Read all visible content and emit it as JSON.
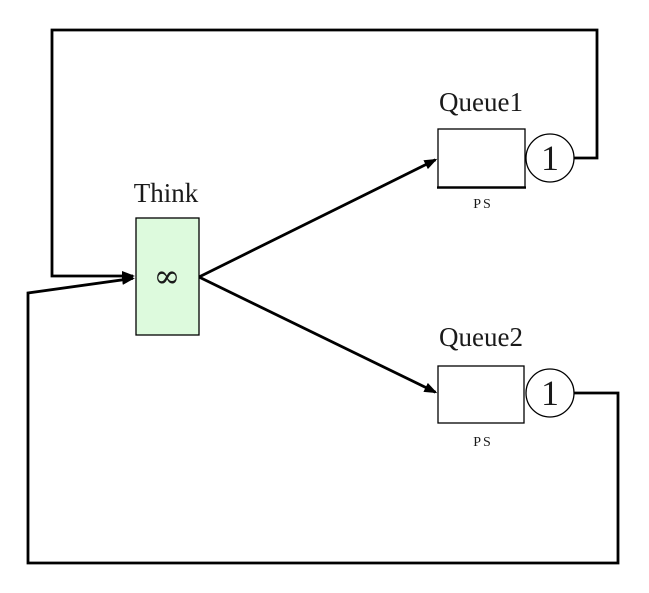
{
  "diagram": {
    "type": "closed-queueing-network",
    "stations": {
      "think": {
        "label": "Think",
        "capacity_symbol": "∞"
      },
      "queue1": {
        "label": "Queue1",
        "discipline": "PS",
        "server_count": "1"
      },
      "queue2": {
        "label": "Queue2",
        "discipline": "PS",
        "server_count": "1"
      }
    },
    "edges": [
      "think-to-queue1",
      "think-to-queue2",
      "queue1-feedback-to-think",
      "queue2-feedback-to-think"
    ],
    "colors": {
      "background": "#ffffff",
      "line": "#000000",
      "think_fill": "#ddfadd",
      "queue_fill": "#ffffff"
    }
  }
}
